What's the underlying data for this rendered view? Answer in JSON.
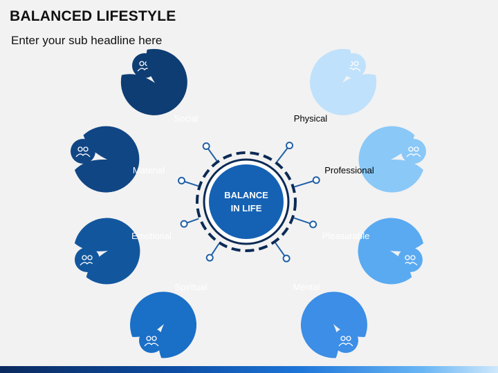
{
  "header": {
    "title": "BALANCED LIFESTYLE",
    "subtitle": "Enter your sub headline here"
  },
  "center": {
    "line1": "BALANCE",
    "line2": "IN LIFE"
  },
  "petals": [
    {
      "id": "social",
      "label": "Social",
      "color": "#0e3d73",
      "text_color": "#ffffff",
      "icon": "people-in-hands-icon"
    },
    {
      "id": "material",
      "label": "Material",
      "color": "#114685",
      "text_color": "#ffffff",
      "icon": "folder-files-icon"
    },
    {
      "id": "emotional",
      "label": "Emotional",
      "color": "#12579e",
      "text_color": "#ffffff",
      "icon": "happy-faces-icon"
    },
    {
      "id": "spiritual",
      "label": "Spiritual",
      "color": "#1a6fc7",
      "text_color": "#ffffff",
      "icon": "meditation-group-icon"
    },
    {
      "id": "mental",
      "label": "Mental",
      "color": "#3c8ee6",
      "text_color": "#ffffff",
      "icon": "head-heartbeat-icon"
    },
    {
      "id": "pleasurable",
      "label": "Pleasurable",
      "color": "#5aaaf1",
      "text_color": "#ffffff",
      "icon": "happy-head-icon"
    },
    {
      "id": "professional",
      "label": "Professional",
      "color": "#8ac8f8",
      "text_color": "#000000",
      "icon": "businessman-icon"
    },
    {
      "id": "physical",
      "label": "Physical",
      "color": "#bfe1fb",
      "text_color": "#000000",
      "icon": "fitness-icon"
    }
  ],
  "colors": {
    "center_fill": "#1562b4",
    "ring": "#0c2a55",
    "connector": "#1f5fa6"
  }
}
